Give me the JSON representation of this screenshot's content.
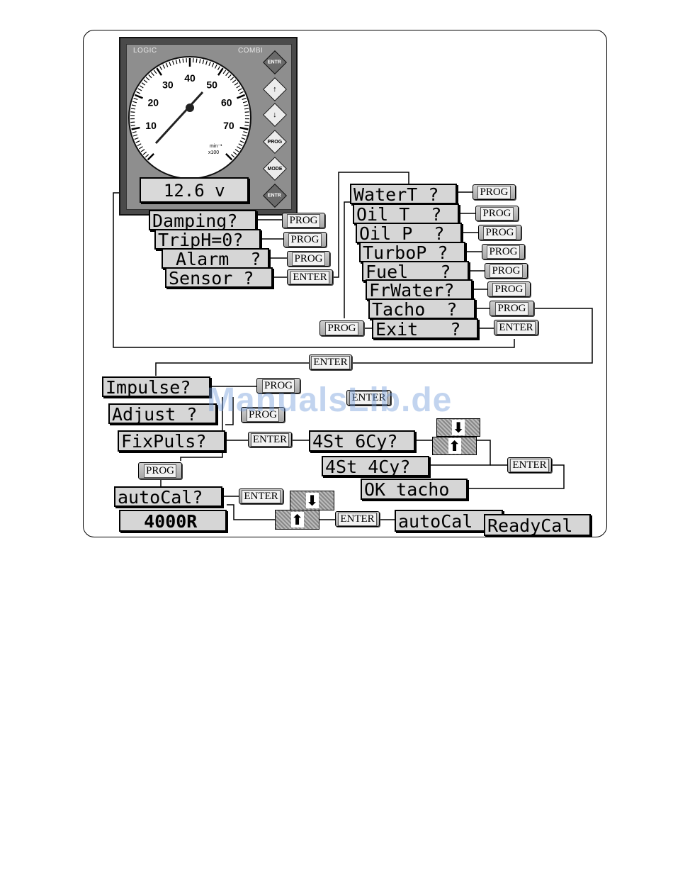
{
  "device": {
    "brand_left": "LOGIC",
    "brand_right": "COMBI",
    "dial_labels": [
      "10",
      "20",
      "30",
      "40",
      "50",
      "60",
      "70"
    ],
    "unit_line1": "min⁻¹",
    "unit_line2": "x100",
    "display": "  12.6 v",
    "keys": [
      {
        "icon": "menu-key-icon",
        "label": "ENTR"
      },
      {
        "icon": "up-arrow-key-icon",
        "label": "↑"
      },
      {
        "icon": "down-arrow-key-icon",
        "label": "↓"
      },
      {
        "icon": "prog-key-icon",
        "label": "PROG"
      },
      {
        "icon": "mode-key-icon",
        "label": "MODE"
      },
      {
        "icon": "enter-key-icon",
        "label": "ENTR"
      }
    ]
  },
  "menu_main": [
    "Damping?",
    "TripH=0?",
    " Alarm  ?",
    "Sensor ?"
  ],
  "menu_sensor": [
    "WaterT ?",
    "Oil T  ?",
    "Oil P  ?",
    "TurboP ?",
    "Fuel   ?",
    "FrWater?",
    "Tacho  ?",
    "Exit   ?"
  ],
  "menu_tacho": [
    "Impulse?",
    "Adjust ?",
    "FixPuls?"
  ],
  "options": [
    "4St 6Cy?",
    "4St 4Cy?",
    "OK tacho"
  ],
  "calib": [
    "autoCal?",
    "  4000R",
    "autoCal",
    "ReadyCal"
  ],
  "buttons": {
    "prog": "PROG",
    "enter": "ENTER",
    "down": "⬇",
    "up": "⬆"
  },
  "watermark": "ManualsLib.de"
}
